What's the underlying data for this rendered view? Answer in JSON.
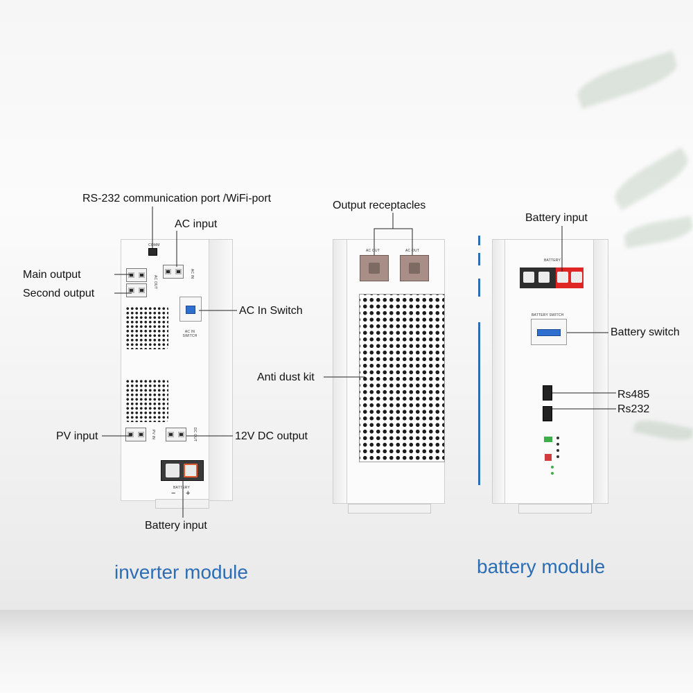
{
  "inverter": {
    "callouts": {
      "comm_port": "RS-232 communication port /WiFi-port",
      "ac_input": "AC input",
      "main_output": "Main output",
      "second_output": "Second output",
      "ac_in_switch": "AC In Switch",
      "pv_input": "PV input",
      "dc_output": "12V DC output",
      "battery_input": "Battery input"
    },
    "title": "inverter module",
    "panel_text": {
      "comm": "COMM",
      "ac_in": "AC IN",
      "ac_in_switch": "AC IN SWITCH",
      "ac_out": "AC OUT",
      "pv_in": "PV IN",
      "dc_out": "DC OUT",
      "battery": "BATTERY",
      "minus": "−",
      "plus": "+"
    }
  },
  "middle": {
    "callouts": {
      "output_receptacles": "Output receptacles",
      "anti_dust_kit": "Anti dust kit"
    },
    "panel_text": {
      "ac_out_1": "AC OUT",
      "ac_out_2": "AC OUT"
    }
  },
  "battery": {
    "callouts": {
      "battery_input": "Battery input",
      "battery_switch": "Battery switch",
      "rs485": "Rs485",
      "rs232": "Rs232"
    },
    "title": "battery module",
    "panel_text": {
      "battery": "BATTERY",
      "battery_switch": "BATTERY SWITCH"
    }
  },
  "colors": {
    "title_blue": "#2d6db4",
    "breaker_blue": "#2f6fcf",
    "terminal_red": "#e02525",
    "terminal_orange": "#e2582a",
    "receptacle_brown": "#a88e86"
  }
}
